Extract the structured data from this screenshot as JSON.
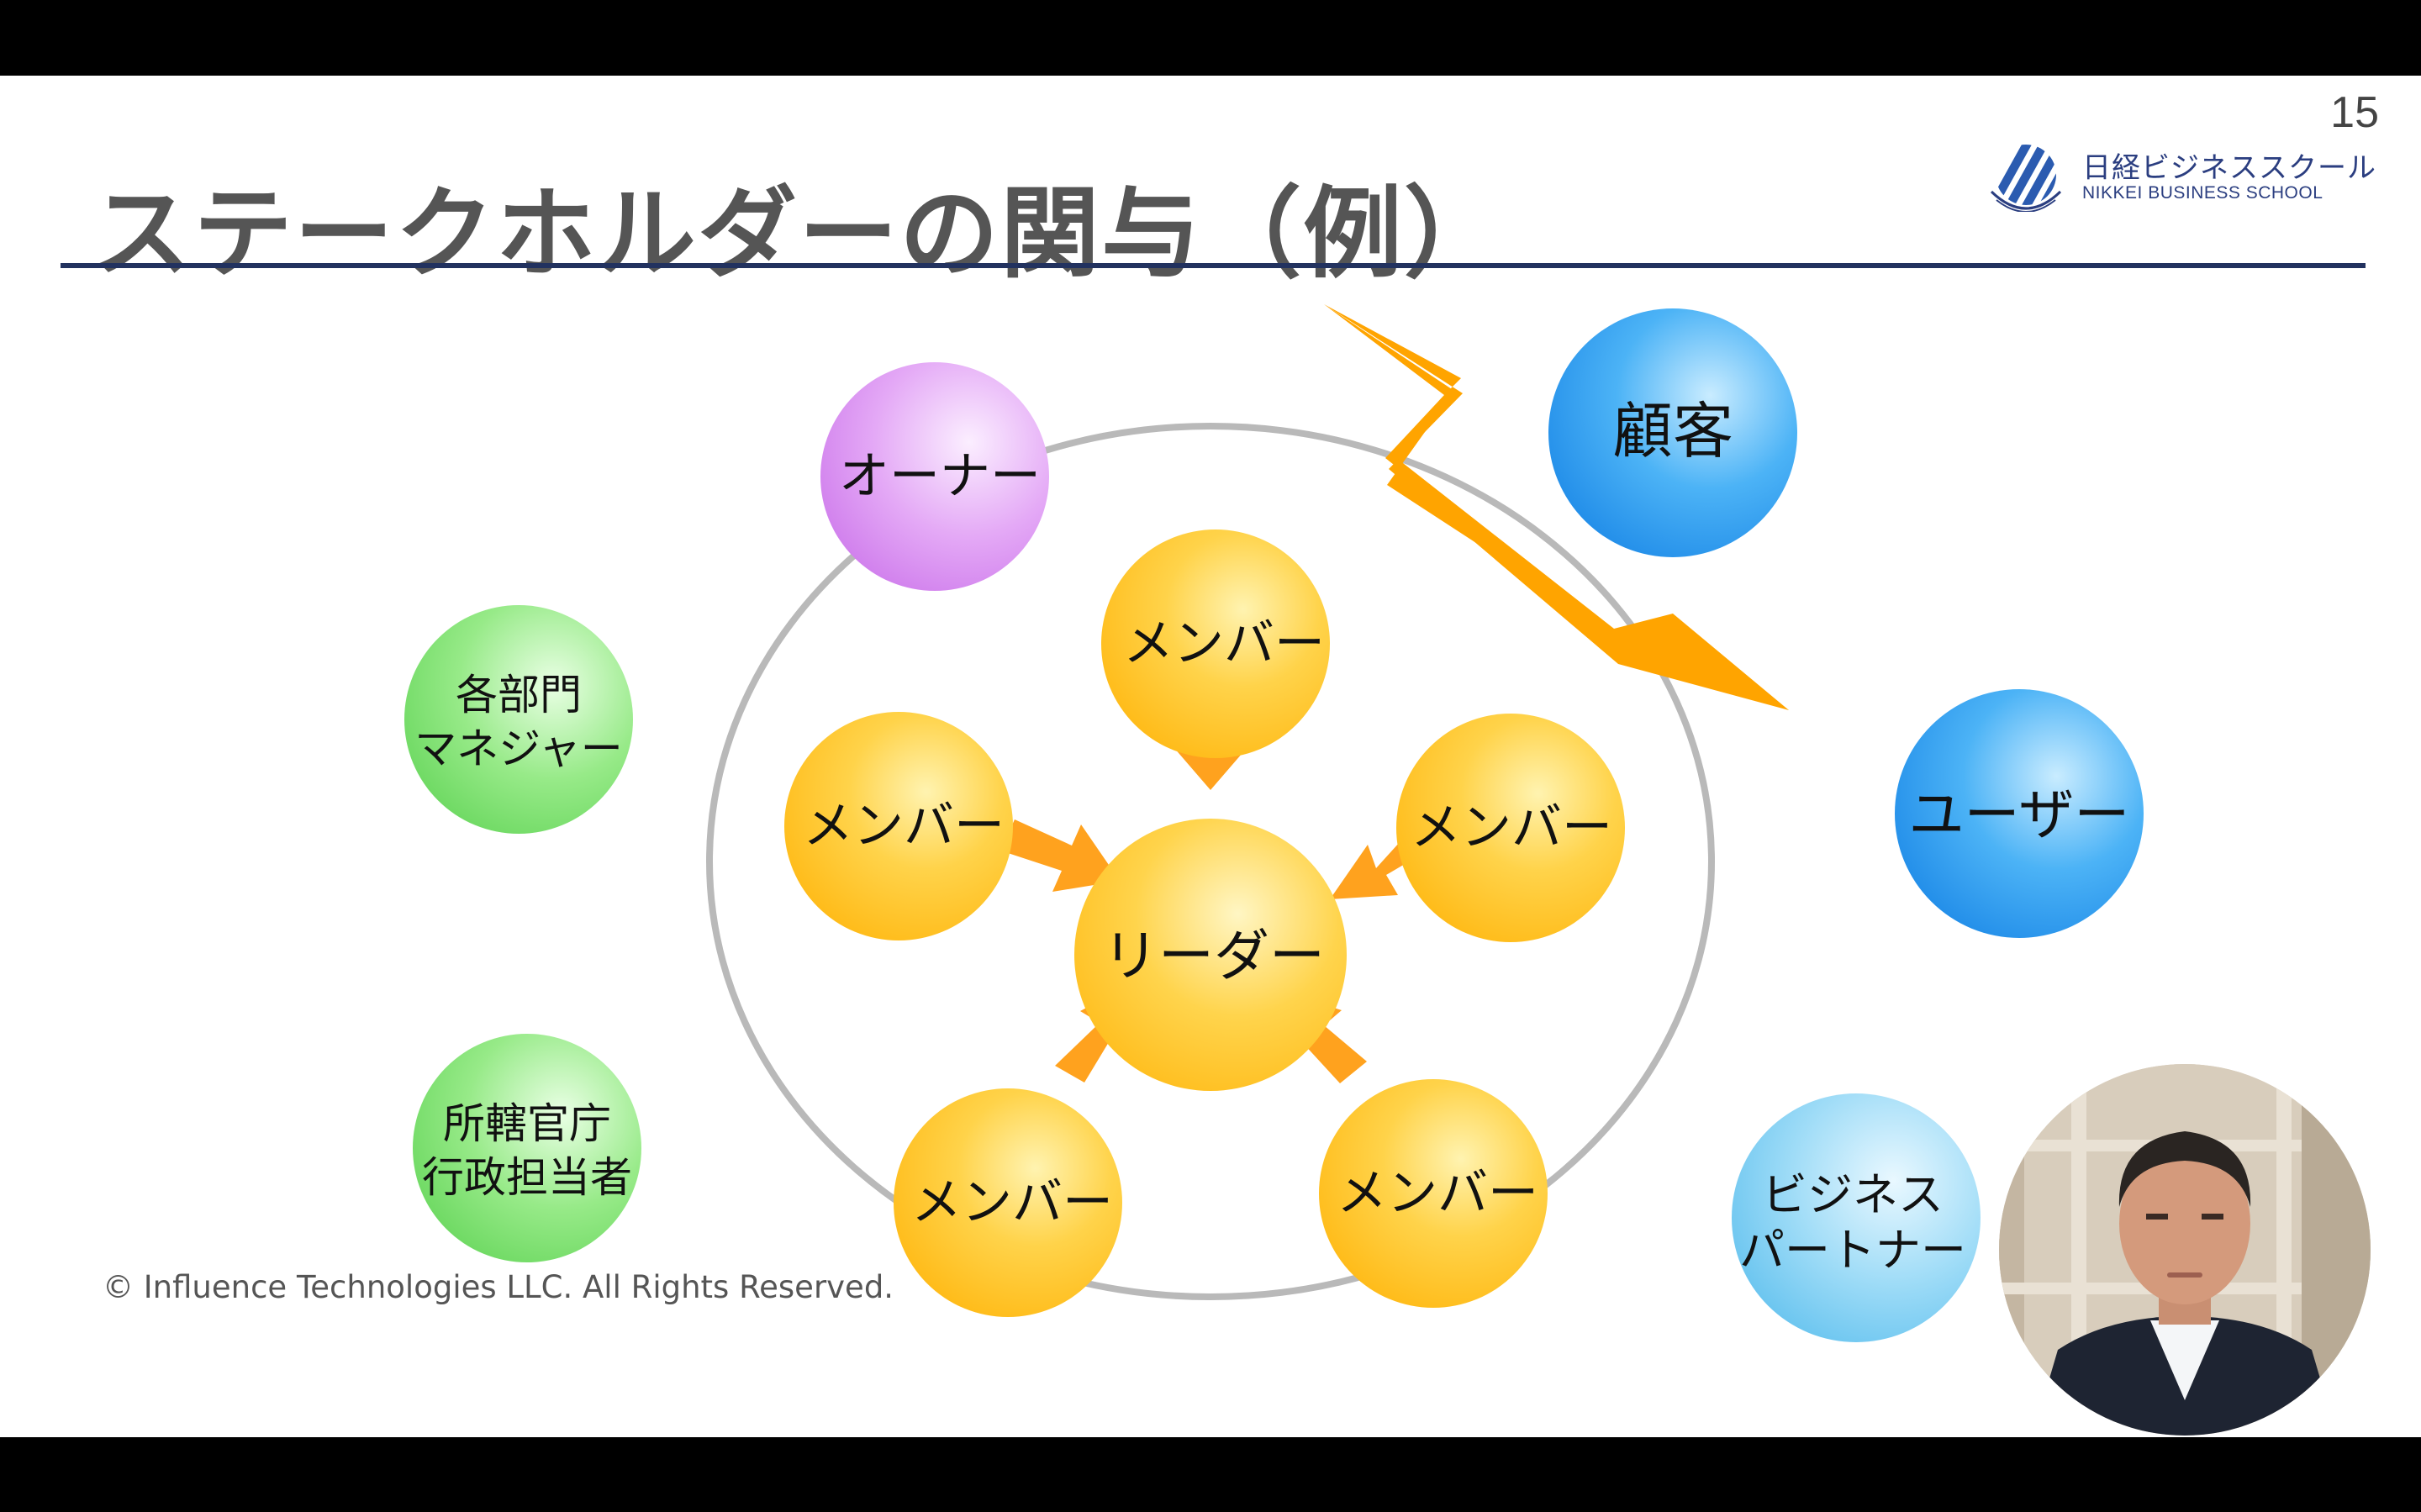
{
  "slide": {
    "title": "ステークホルダーの関与（例）",
    "page_number": "15",
    "copyright": "© Influence Technologies LLC.  All Rights Reserved."
  },
  "logo": {
    "name_ja": "日経ビジネススクール",
    "name_en": "NIKKEI BUSINESS SCHOOL",
    "icon": "striped-circle-logo-icon",
    "color": "#2b3e80"
  },
  "diagram": {
    "leader": {
      "label": "リーダー"
    },
    "members": [
      {
        "label": "メンバー"
      },
      {
        "label": "メンバー"
      },
      {
        "label": "メンバー"
      },
      {
        "label": "メンバー"
      },
      {
        "label": "メンバー"
      }
    ],
    "owner": {
      "label": "オーナー"
    },
    "customer": {
      "label": "顧客"
    },
    "user": {
      "label": "ユーザー"
    },
    "department_managers": {
      "line1": "各部門",
      "line2": "マネジャー"
    },
    "authorities": {
      "line1": "所轄官庁",
      "line2": "行政担当者"
    },
    "business_partner": {
      "line1": "ビジネス",
      "line2": "パートナー"
    },
    "colors": {
      "member": "#ffc21a",
      "owner": "#d98ef2",
      "customer": "#2d9bef",
      "user": "#2d9bef",
      "green": "#7ddf74",
      "partner": "#6cc8f2",
      "arrow": "#ffa21e",
      "lightning": "#ffa400",
      "team_ring": "#b9b9b9",
      "title_rule": "#22325f"
    },
    "lightning_icon": "lightning-bolt-icon"
  },
  "presenter": {
    "icon": "presenter-video-icon"
  }
}
